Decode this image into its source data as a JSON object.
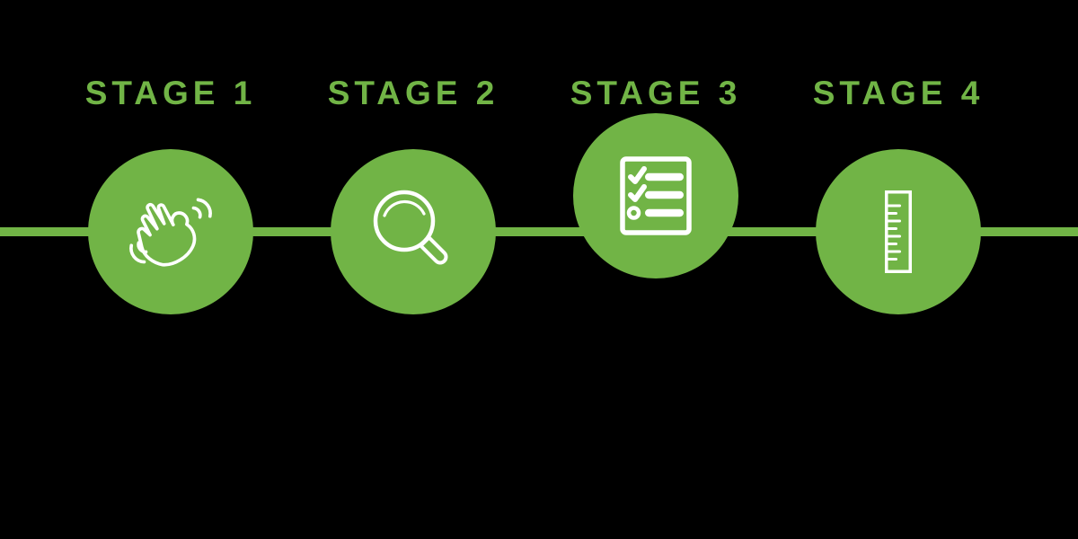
{
  "diagram": {
    "type": "process-timeline",
    "stages": [
      {
        "label": "STAGE 1",
        "icon": "waving-hand-icon"
      },
      {
        "label": "STAGE 2",
        "icon": "magnifying-glass-icon"
      },
      {
        "label": "STAGE 3",
        "icon": "checklist-icon"
      },
      {
        "label": "STAGE 4",
        "icon": "ruler-icon"
      }
    ],
    "colors": {
      "accent_green": "#71B446",
      "icon_white": "#FFFFFF",
      "background": "#000000"
    }
  }
}
